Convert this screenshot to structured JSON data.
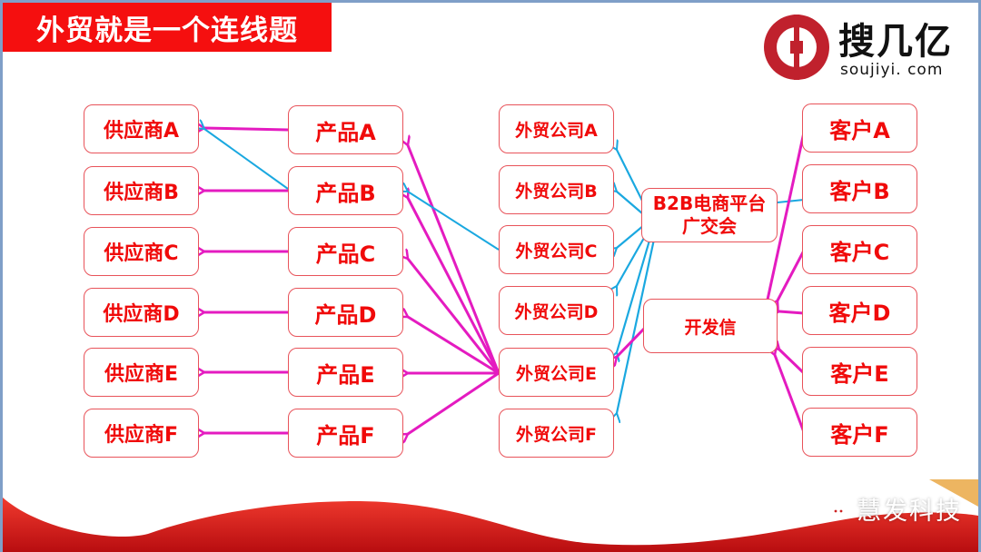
{
  "title": "外贸就是一个连线题",
  "logo": {
    "cn": "搜几亿",
    "en": "soujiyi. com"
  },
  "suppliers": [
    "供应商A",
    "供应商B",
    "供应商C",
    "供应商D",
    "供应商E",
    "供应商F"
  ],
  "products": [
    "产品A",
    "产品B",
    "产品C",
    "产品D",
    "产品E",
    "产品F"
  ],
  "companies": [
    "外贸公司A",
    "外贸公司B",
    "外贸公司C",
    "外贸公司D",
    "外贸公司E",
    "外贸公司F"
  ],
  "channels": {
    "b2b_line1": "B2B电商平台",
    "b2b_line2": "广交会",
    "letter": "开发信"
  },
  "customers": [
    "客户A",
    "客户B",
    "客户C",
    "客户D",
    "客户E",
    "客户F"
  ],
  "watermark": "慧发科技",
  "colors": {
    "title_bg": "#f50f0f",
    "node_border": "#e8535a",
    "node_text": "#f00a0a",
    "magenta_arrow": "#e41bc0",
    "cyan_arrow": "#1aa8e0"
  }
}
